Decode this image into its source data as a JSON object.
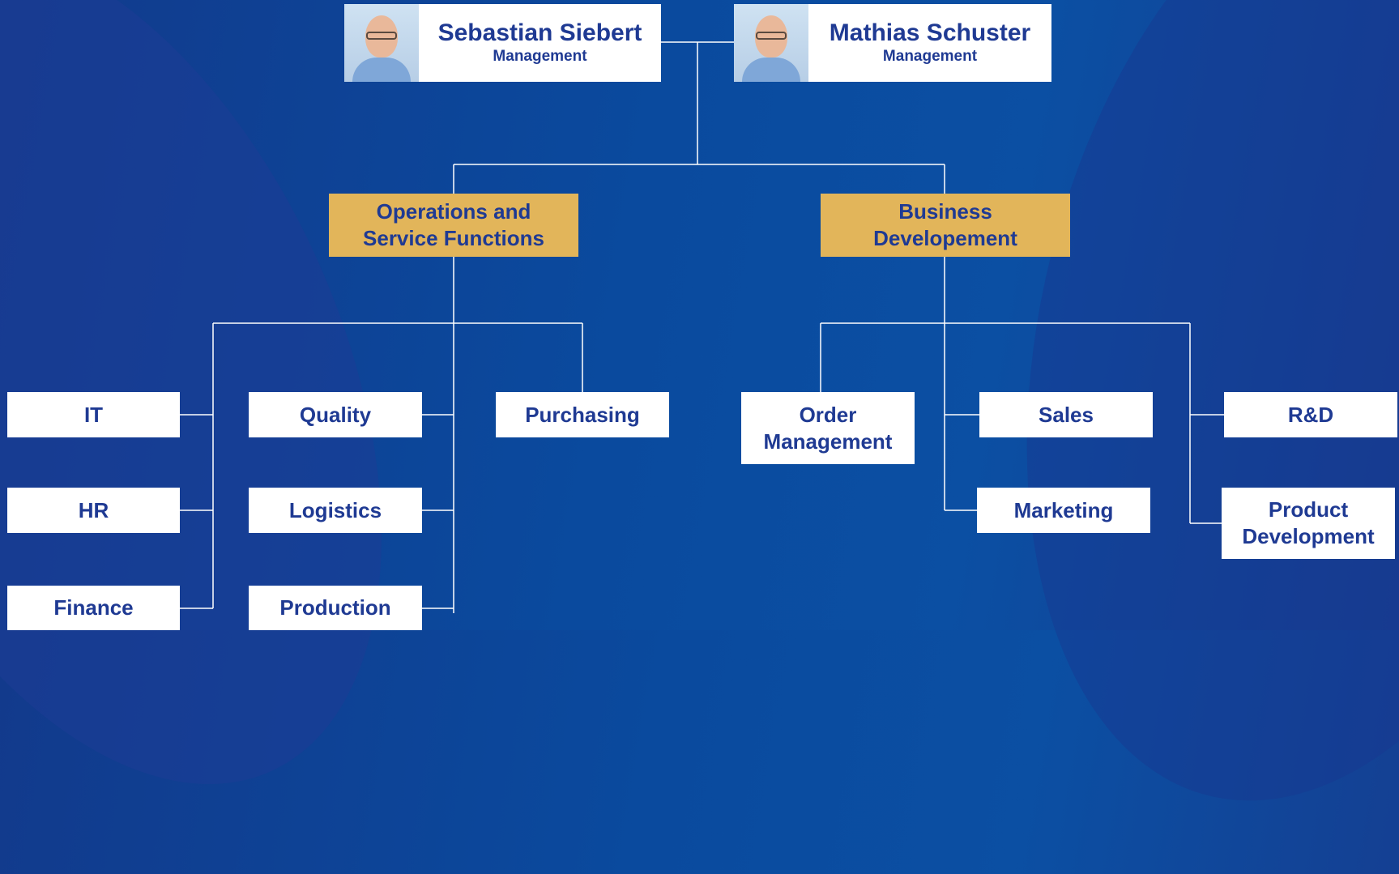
{
  "management": [
    {
      "name": "Sebastian Siebert",
      "role": "Management",
      "photo": "portrait-photo"
    },
    {
      "name": "Mathias Schuster",
      "role": "Management",
      "photo": "portrait-photo"
    }
  ],
  "divisions": {
    "operations": "Operations and\nService Functions",
    "business": "Business\nDevelopement"
  },
  "departments": {
    "it": "IT",
    "hr": "HR",
    "finance": "Finance",
    "quality": "Quality",
    "logistics": "Logistics",
    "production": "Production",
    "purchasing": "Purchasing",
    "order_management": "Order\nManagement",
    "sales": "Sales",
    "marketing": "Marketing",
    "rnd": "R&D",
    "product_development": "Product\nDevelopment"
  },
  "colors": {
    "background": "#0b4a9f",
    "box": "#ffffff",
    "division_box": "#e2b55a",
    "text": "#1f3a93",
    "connector": "#ffffff"
  }
}
